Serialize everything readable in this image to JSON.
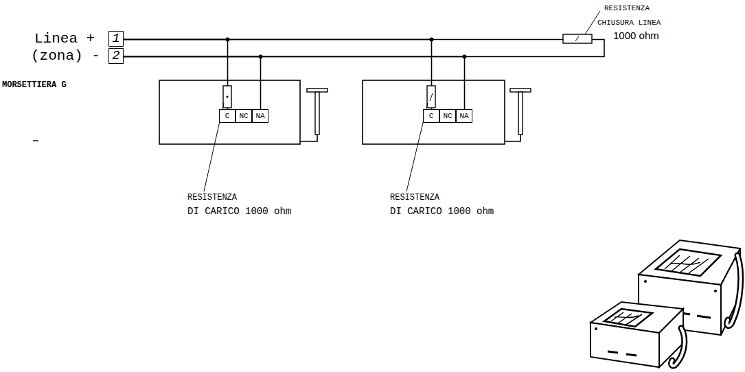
{
  "diagram": {
    "nodes": [
      {
        "text": [
          "1"
        ]
      },
      {
        "text": [
          "2"
        ]
      },
      {
        "text": [
          "C"
        ]
      },
      {
        "text": [
          "NC"
        ]
      },
      {
        "text": [
          "NA"
        ]
      },
      {
        "text": [
          "C"
        ]
      },
      {
        "text": [
          "NC"
        ]
      },
      {
        "text": [
          "NA"
        ]
      }
    ],
    "edges": [
      {
        "from": 0,
        "to": 2,
        "arrow": "none"
      },
      {
        "from": 1,
        "to": 4,
        "arrow": "none"
      },
      {
        "from": 0,
        "to": 5,
        "arrow": "none"
      },
      {
        "from": 1,
        "to": 7,
        "arrow": "none"
      },
      {
        "from": 0,
        "to": 1,
        "arrow": "none"
      }
    ],
    "labels": [
      "Linea +",
      "(zona) -",
      "MORSETTIERA G",
      "RESISTENZA",
      "CHIUSURA LINEA",
      "1000 ohm",
      "RESISTENZA",
      "DI CARICO 1000 ohm",
      "RESISTENZA",
      "DI CARICO 1000 ohm"
    ]
  }
}
